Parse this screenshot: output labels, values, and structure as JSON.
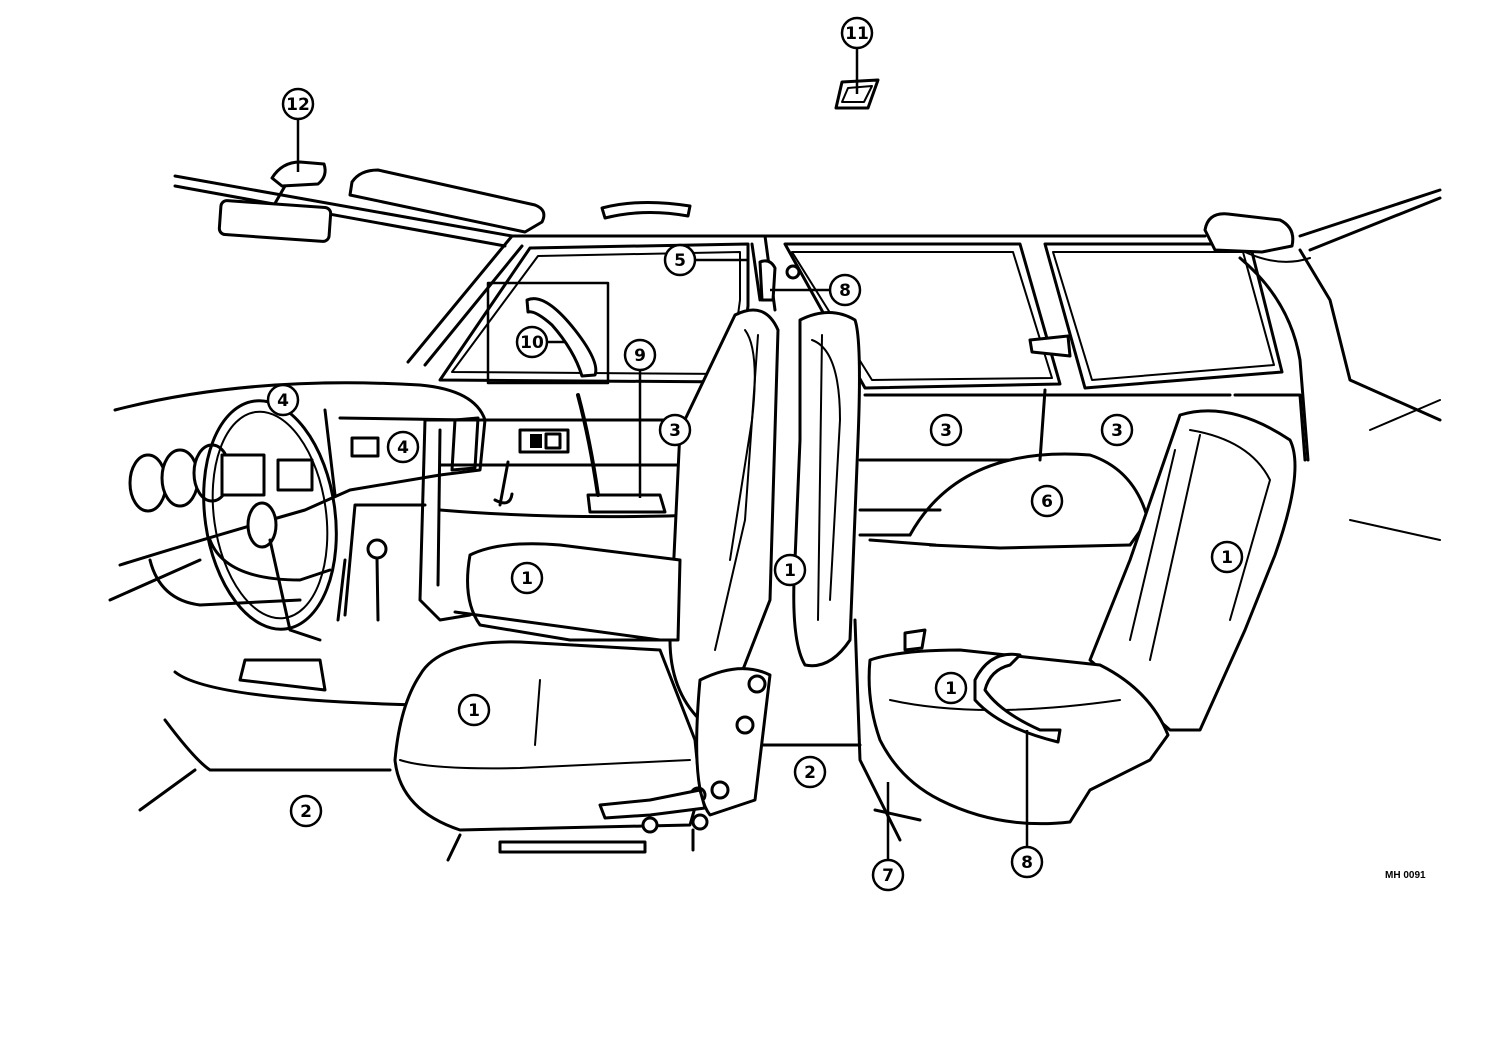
{
  "figure_code": "MH 0091",
  "callouts": [
    {
      "id": "c1a",
      "label": "1",
      "part": "front-seat-cushion-left"
    },
    {
      "id": "c1b",
      "label": "1",
      "part": "front-seat-cushion-rear"
    },
    {
      "id": "c1c",
      "label": "1",
      "part": "front-seatback"
    },
    {
      "id": "c1d",
      "label": "1",
      "part": "rear-seatback"
    },
    {
      "id": "c1e",
      "label": "1",
      "part": "rear-seat-cushion"
    },
    {
      "id": "c2a",
      "label": "2",
      "part": "floor-carpet-front"
    },
    {
      "id": "c2b",
      "label": "2",
      "part": "floor-carpet-rear"
    },
    {
      "id": "c3a",
      "label": "3",
      "part": "front-door-trim"
    },
    {
      "id": "c3b",
      "label": "3",
      "part": "rear-door-trim"
    },
    {
      "id": "c3c",
      "label": "3",
      "part": "quarter-trim"
    },
    {
      "id": "c4a",
      "label": "4",
      "part": "instrument-panel-pad"
    },
    {
      "id": "c4b",
      "label": "4",
      "part": "instrument-panel-pad-right"
    },
    {
      "id": "c5",
      "label": "5",
      "part": "center-pillar-garnish"
    },
    {
      "id": "c6",
      "label": "6",
      "part": "wheel-house-cover"
    },
    {
      "id": "c7",
      "label": "7",
      "part": "rocker-scuff-plate"
    },
    {
      "id": "c8a",
      "label": "8",
      "part": "seat-belt-anchor-upper"
    },
    {
      "id": "c8b",
      "label": "8",
      "part": "seat-belt-buckle"
    },
    {
      "id": "c9",
      "label": "9",
      "part": "door-armrest"
    },
    {
      "id": "c10",
      "label": "10",
      "part": "room-lamp"
    },
    {
      "id": "c11",
      "label": "11",
      "part": "inner-mirror-bracket"
    },
    {
      "id": "c12",
      "label": "12",
      "part": "assist-grip"
    }
  ]
}
